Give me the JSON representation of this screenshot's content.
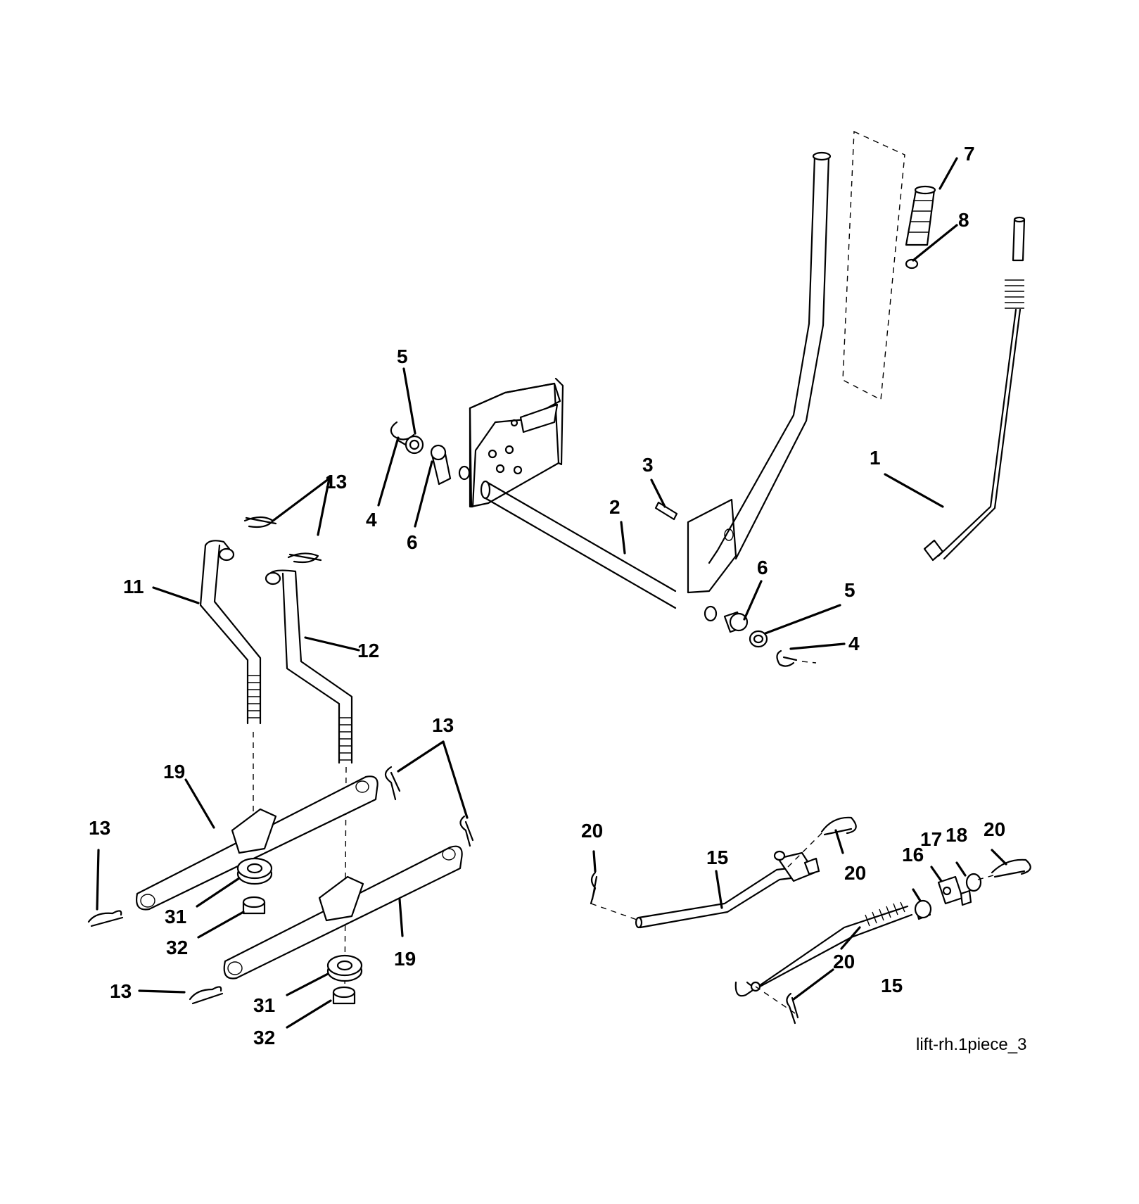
{
  "diagram": {
    "caption": "lift-rh.1piece_3",
    "callouts": [
      {
        "id": "c1",
        "label": "1"
      },
      {
        "id": "c2",
        "label": "2"
      },
      {
        "id": "c3",
        "label": "3"
      },
      {
        "id": "c4a",
        "label": "4"
      },
      {
        "id": "c4b",
        "label": "4"
      },
      {
        "id": "c5a",
        "label": "5"
      },
      {
        "id": "c5b",
        "label": "5"
      },
      {
        "id": "c6a",
        "label": "6"
      },
      {
        "id": "c6b",
        "label": "6"
      },
      {
        "id": "c7",
        "label": "7"
      },
      {
        "id": "c8",
        "label": "8"
      },
      {
        "id": "c11",
        "label": "11"
      },
      {
        "id": "c12",
        "label": "12"
      },
      {
        "id": "c13a",
        "label": "13"
      },
      {
        "id": "c13b",
        "label": "13"
      },
      {
        "id": "c13c",
        "label": "13"
      },
      {
        "id": "c13d",
        "label": "13"
      },
      {
        "id": "c15a",
        "label": "15"
      },
      {
        "id": "c15b",
        "label": "15"
      },
      {
        "id": "c16",
        "label": "16"
      },
      {
        "id": "c17",
        "label": "17"
      },
      {
        "id": "c18",
        "label": "18"
      },
      {
        "id": "c19a",
        "label": "19"
      },
      {
        "id": "c19b",
        "label": "19"
      },
      {
        "id": "c20a",
        "label": "20"
      },
      {
        "id": "c20b",
        "label": "20"
      },
      {
        "id": "c20c",
        "label": "20"
      },
      {
        "id": "c20d",
        "label": "20"
      },
      {
        "id": "c31a",
        "label": "31"
      },
      {
        "id": "c31b",
        "label": "31"
      },
      {
        "id": "c32a",
        "label": "32"
      },
      {
        "id": "c32b",
        "label": "32"
      }
    ]
  }
}
